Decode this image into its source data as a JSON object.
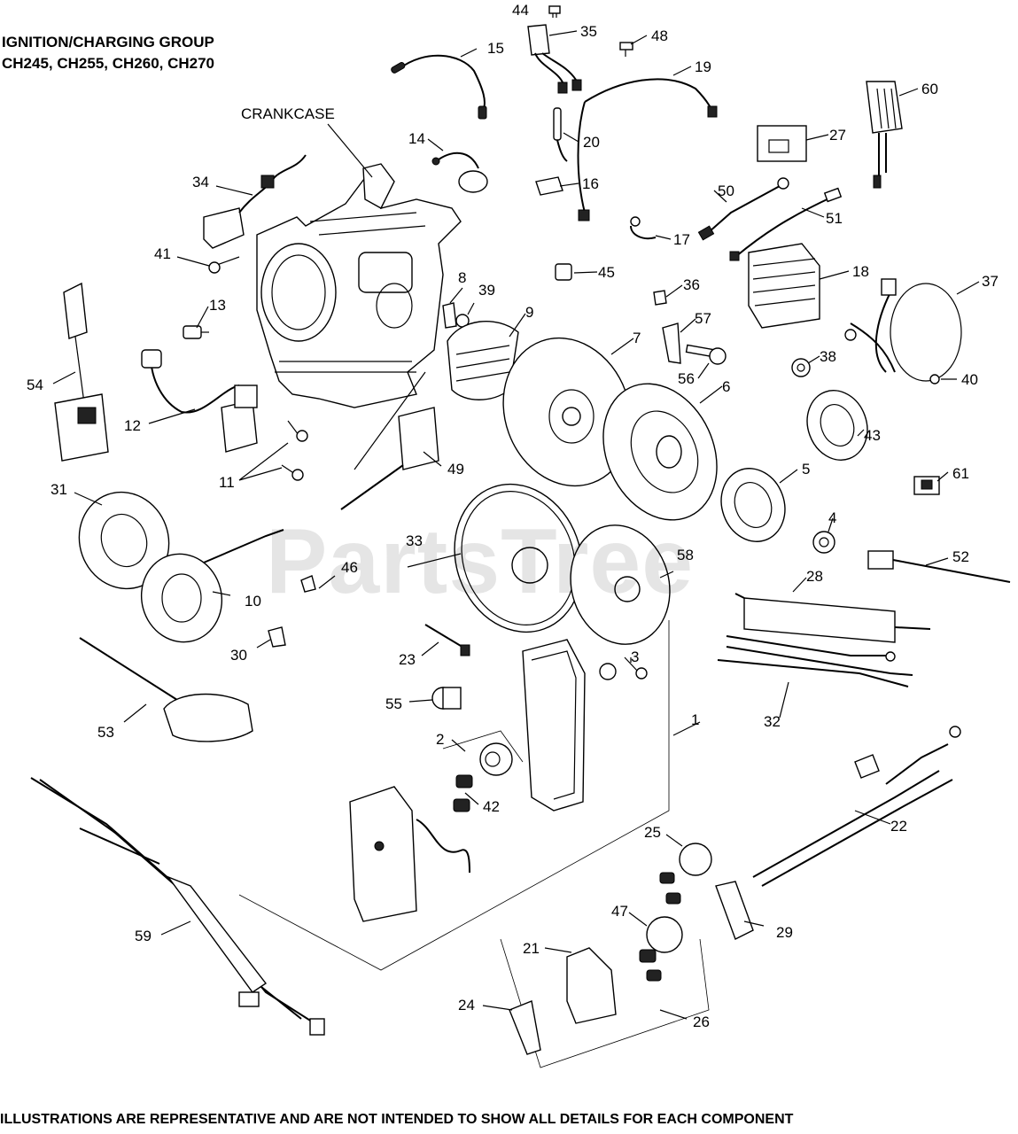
{
  "header": {
    "line1": "IGNITION/CHARGING GROUP",
    "line2": "CH245, CH255, CH260, CH270"
  },
  "footer": "ILLUSTRATIONS ARE REPRESENTATIVE AND ARE NOT INTENDED TO SHOW ALL DETAILS FOR EACH COMPONENT",
  "watermark": "PartsTree",
  "crankcase_label": "CRANKCASE",
  "callouts": [
    "1",
    "2",
    "3",
    "4",
    "5",
    "6",
    "7",
    "8",
    "9",
    "10",
    "11",
    "12",
    "13",
    "14",
    "15",
    "16",
    "17",
    "18",
    "19",
    "20",
    "21",
    "22",
    "23",
    "24",
    "25",
    "26",
    "27",
    "28",
    "29",
    "30",
    "31",
    "32",
    "33",
    "34",
    "35",
    "36",
    "37",
    "38",
    "39",
    "40",
    "41",
    "42",
    "43",
    "44",
    "45",
    "46",
    "47",
    "48",
    "49",
    "50",
    "51",
    "52",
    "53",
    "54",
    "55",
    "56",
    "57",
    "58",
    "59",
    "60",
    "61"
  ],
  "colors": {
    "ink": "#000000",
    "background": "#ffffff",
    "watermark": "#e6e6e6"
  }
}
